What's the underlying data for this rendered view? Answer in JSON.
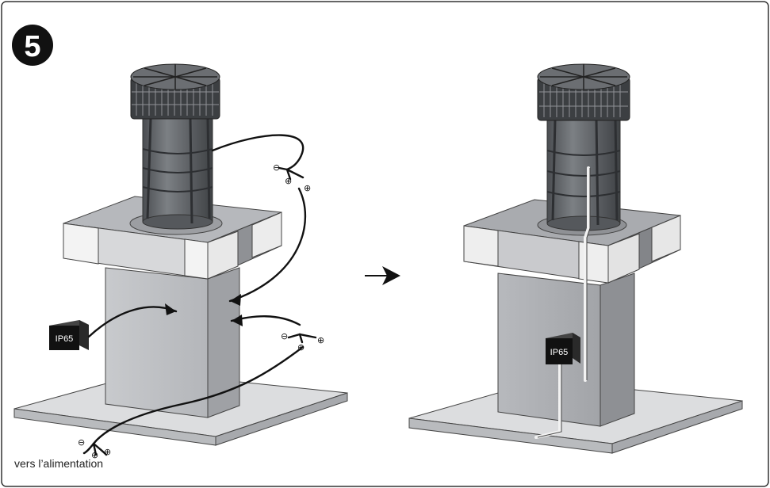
{
  "step": {
    "number": "5"
  },
  "left_illustration": {
    "box_label": "IP65",
    "wire_symbols_top": [
      "⊖",
      "⊕",
      "⊕"
    ],
    "wire_symbols_mid": [
      "⊖",
      "⊕",
      "⊕"
    ],
    "wire_symbols_bottom": [
      "⊖",
      "⊕",
      "⊕"
    ],
    "supply_label": "vers l’alimentation"
  },
  "right_illustration": {
    "box_label": "IP65"
  },
  "arrow": {
    "icon": "transition-arrow-icon"
  },
  "colors": {
    "frame": "#333333",
    "ink": "#1a1a1a",
    "metal_dark": "#5d6064",
    "metal_mid": "#8e9195",
    "metal_light": "#c9cbce",
    "panel_white": "#f1f1f1",
    "base": "#d9dadc"
  }
}
